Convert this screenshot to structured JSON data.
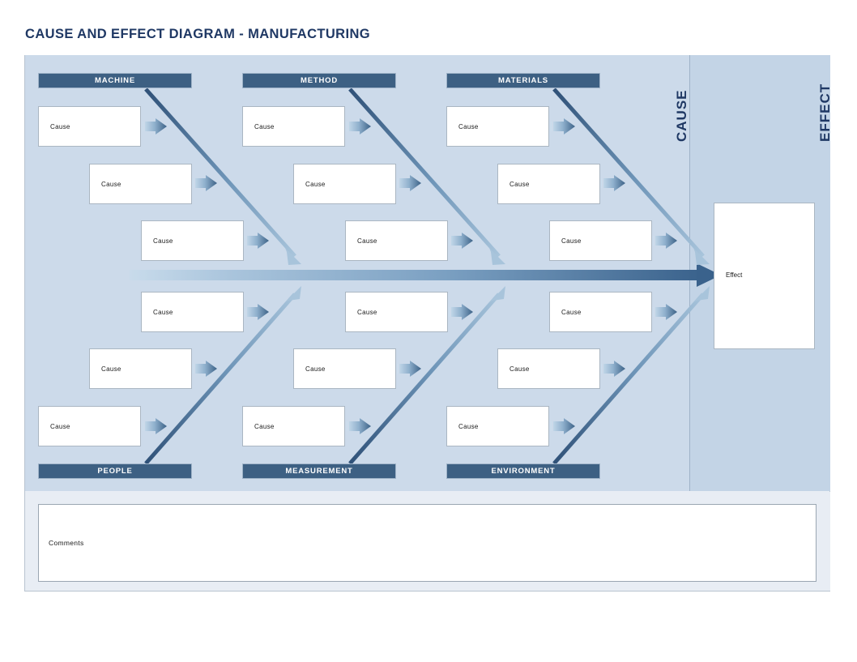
{
  "page": {
    "title": "CAUSE AND EFFECT DIAGRAM - MANUFACTURING"
  },
  "labels": {
    "cause_side": "CAUSE",
    "effect_side": "EFFECT"
  },
  "colors": {
    "title_text": "#1f3864",
    "category_bar": "#3d6083",
    "cause_region_bg": "#ccdaea",
    "effect_region_bg": "#c3d4e6",
    "panel_bg": "#e8edf4",
    "box_fill": "#ffffff",
    "box_border": "#aab6c2",
    "spine_dark": "#39608a",
    "spine_light": "#b9cde0",
    "rib_dark": "#33567d",
    "rib_light": "#9fbcd6",
    "page_bg": "#ffffff"
  },
  "diagram": {
    "type": "fishbone-ishikawa",
    "spine_label": "Effect",
    "categories_top": [
      {
        "name": "MACHINE",
        "position": "top",
        "column": 1,
        "causes": [
          "Cause",
          "Cause",
          "Cause"
        ]
      },
      {
        "name": "METHOD",
        "position": "top",
        "column": 2,
        "causes": [
          "Cause",
          "Cause",
          "Cause"
        ]
      },
      {
        "name": "MATERIALS",
        "position": "top",
        "column": 3,
        "causes": [
          "Cause",
          "Cause",
          "Cause"
        ]
      }
    ],
    "categories_bottom": [
      {
        "name": "PEOPLE",
        "position": "bottom",
        "column": 1,
        "causes": [
          "Cause",
          "Cause",
          "Cause"
        ]
      },
      {
        "name": "MEASUREMENT",
        "position": "bottom",
        "column": 2,
        "causes": [
          "Cause",
          "Cause",
          "Cause"
        ]
      },
      {
        "name": "ENVIRONMENT",
        "position": "bottom",
        "column": 3,
        "causes": [
          "Cause",
          "Cause",
          "Cause"
        ]
      }
    ],
    "effect": {
      "label": "Effect"
    }
  },
  "comments": {
    "label": "Comments"
  }
}
